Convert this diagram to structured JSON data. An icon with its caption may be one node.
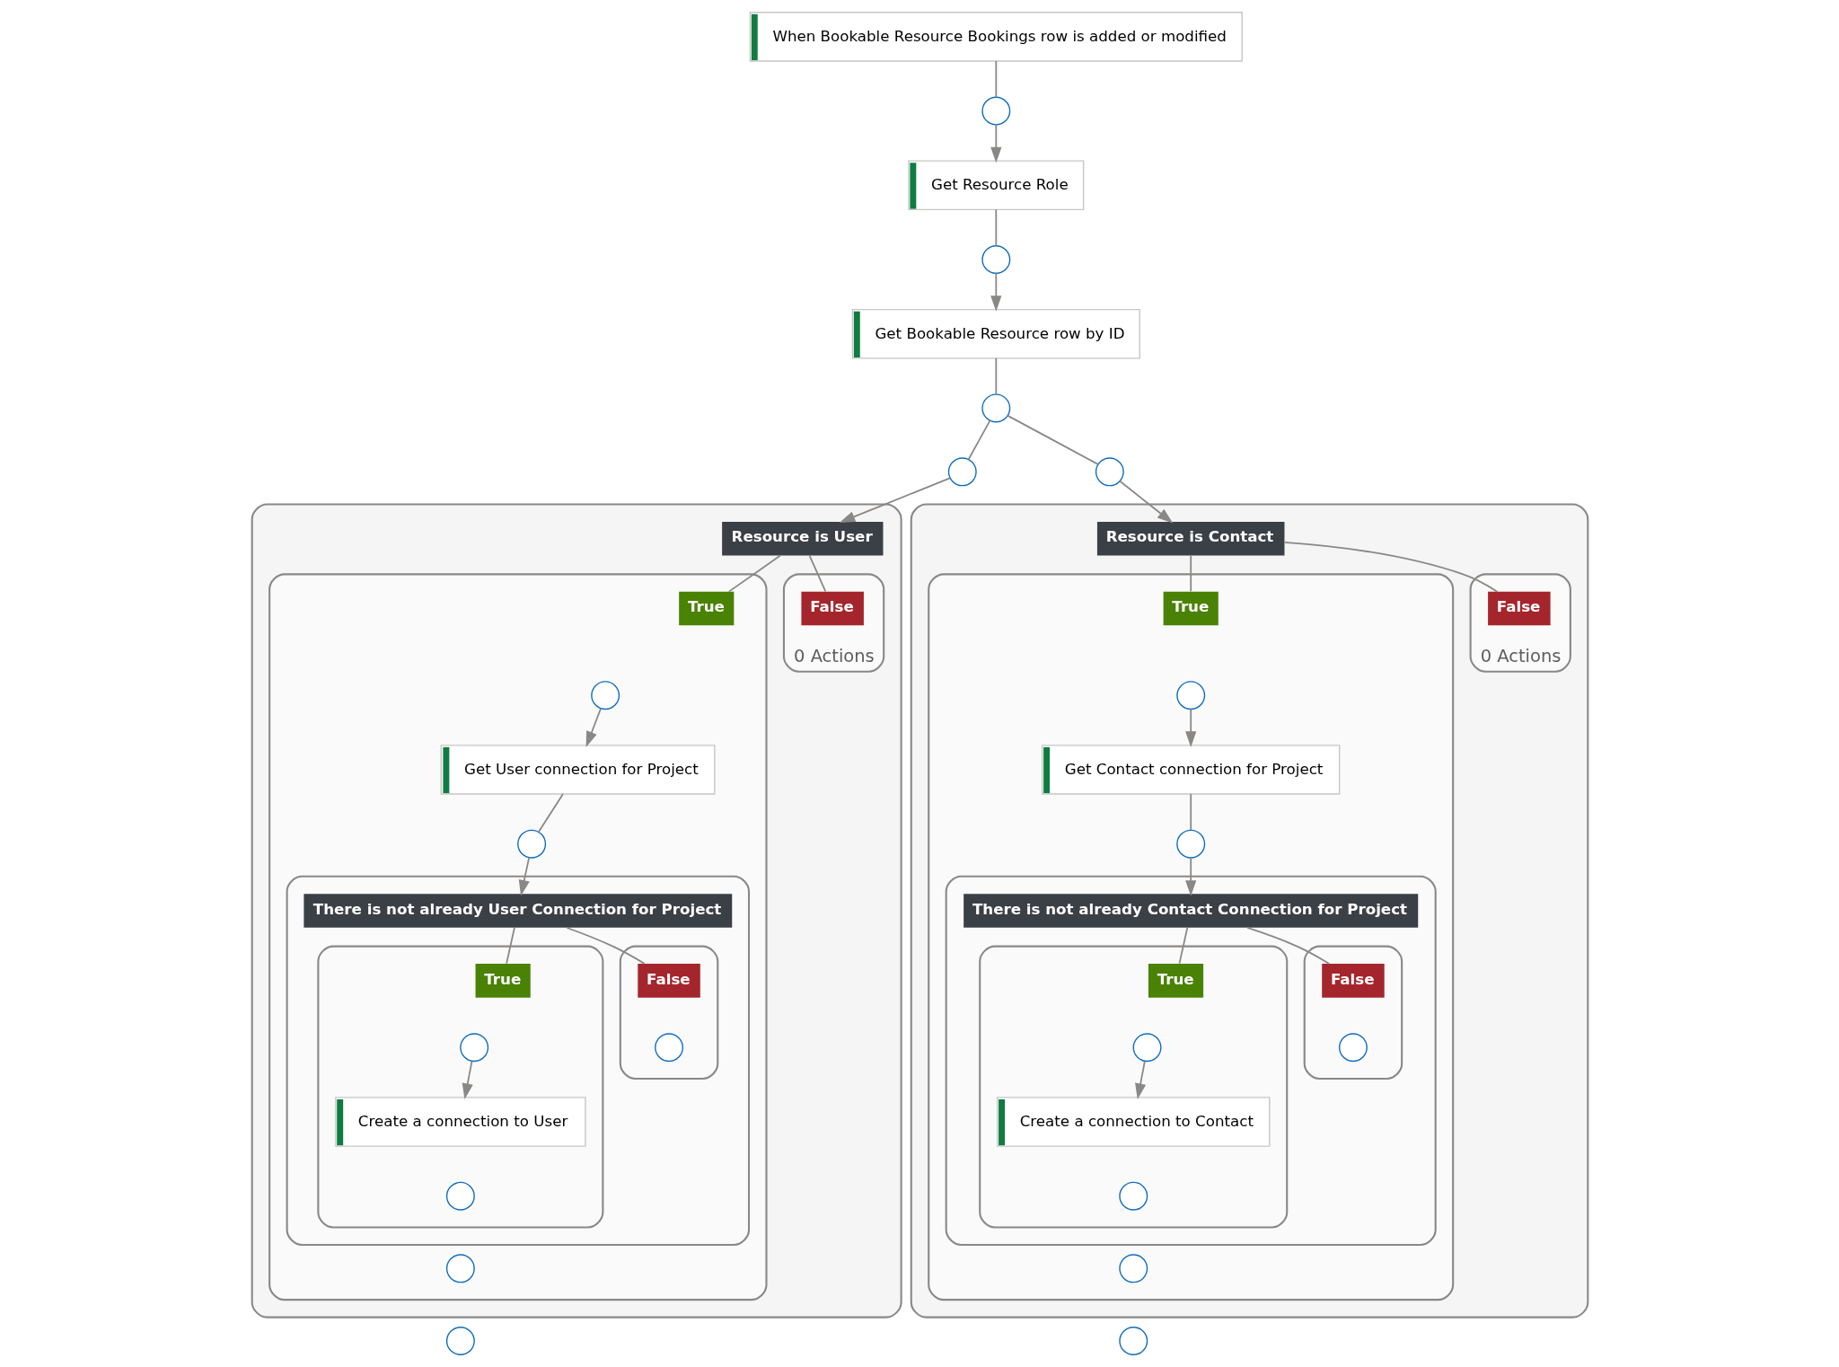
{
  "diagram": {
    "nodes": [
      {
        "text": [
          "When Bookable Resource Bookings row is added or modified"
        ]
      },
      {
        "text": [],
        "shape": "circle"
      },
      {
        "text": [
          "Get Resource Role"
        ]
      },
      {
        "text": [],
        "shape": "circle"
      },
      {
        "text": [
          "Get Bookable Resource row by ID"
        ]
      },
      {
        "text": [],
        "shape": "circle"
      },
      {
        "text": [],
        "shape": "circle"
      },
      {
        "text": [],
        "shape": "circle"
      },
      {
        "text": [],
        "shape": "box"
      },
      {
        "text": [
          "Resource is User"
        ],
        "in": 8
      },
      {
        "text": [],
        "shape": "box",
        "in": 8
      },
      {
        "text": [
          "True"
        ],
        "in": 10
      },
      {
        "text": [],
        "shape": "circle",
        "in": 10
      },
      {
        "text": [
          "Get User connection for Project"
        ],
        "in": 10
      },
      {
        "text": [],
        "shape": "circle",
        "in": 10
      },
      {
        "text": [],
        "shape": "box",
        "in": 10
      },
      {
        "text": [
          "There is not already User Connection for Project"
        ],
        "in": 15
      },
      {
        "text": [],
        "shape": "box",
        "in": 15
      },
      {
        "text": [
          "True"
        ],
        "in": 17
      },
      {
        "text": [],
        "shape": "circle",
        "in": 17
      },
      {
        "text": [
          "Create a connection to User"
        ],
        "in": 17
      },
      {
        "text": [],
        "shape": "circle",
        "in": 17
      },
      {
        "text": [],
        "shape": "box",
        "in": 15
      },
      {
        "text": [
          "False"
        ],
        "in": 22
      },
      {
        "text": [],
        "shape": "circle",
        "in": 22
      },
      {
        "text": [],
        "shape": "circle",
        "in": 10
      },
      {
        "text": [
          "0 Actions"
        ],
        "in": 8
      },
      {
        "text": [
          "False"
        ],
        "in": 26
      },
      {
        "text": [],
        "shape": "circle"
      },
      {
        "text": [],
        "shape": "box"
      },
      {
        "text": [
          "Resource is Contact"
        ],
        "in": 29
      },
      {
        "text": [],
        "shape": "box",
        "in": 29
      },
      {
        "text": [
          "True"
        ],
        "in": 31
      },
      {
        "text": [],
        "shape": "circle",
        "in": 31
      },
      {
        "text": [
          "Get Contact connection for Project"
        ],
        "in": 31
      },
      {
        "text": [],
        "shape": "circle",
        "in": 31
      },
      {
        "text": [],
        "shape": "box",
        "in": 31
      },
      {
        "text": [
          "There is not already Contact Connection for Project"
        ],
        "in": 36
      },
      {
        "text": [],
        "shape": "box",
        "in": 36
      },
      {
        "text": [
          "True"
        ],
        "in": 38
      },
      {
        "text": [],
        "shape": "circle",
        "in": 38
      },
      {
        "text": [
          "Create a connection to Contact"
        ],
        "in": 38
      },
      {
        "text": [],
        "shape": "circle",
        "in": 38
      },
      {
        "text": [],
        "shape": "box",
        "in": 36
      },
      {
        "text": [
          "False"
        ],
        "in": 43
      },
      {
        "text": [],
        "shape": "circle",
        "in": 43
      },
      {
        "text": [],
        "shape": "circle",
        "in": 31
      },
      {
        "text": [
          "0 Actions"
        ],
        "in": 29
      },
      {
        "text": [
          "False"
        ],
        "in": 47
      },
      {
        "text": [],
        "shape": "circle"
      }
    ],
    "edges": [
      {
        "from": 0,
        "to": 1,
        "arrow": "none"
      },
      {
        "from": 1,
        "to": 2,
        "arrow": "to"
      },
      {
        "from": 2,
        "to": 3,
        "arrow": "none"
      },
      {
        "from": 3,
        "to": 4,
        "arrow": "to"
      },
      {
        "from": 4,
        "to": 5,
        "arrow": "none"
      },
      {
        "from": 5,
        "to": 6,
        "arrow": "none"
      },
      {
        "from": 5,
        "to": 7,
        "arrow": "none"
      },
      {
        "from": 6,
        "to": 9,
        "arrow": "to"
      },
      {
        "from": 7,
        "to": 30,
        "arrow": "to"
      },
      {
        "from": 9,
        "to": 11,
        "arrow": "none"
      },
      {
        "from": 9,
        "to": 27,
        "arrow": "none"
      },
      {
        "from": 12,
        "to": 13,
        "arrow": "to"
      },
      {
        "from": 13,
        "to": 14,
        "arrow": "none"
      },
      {
        "from": 14,
        "to": 16,
        "arrow": "to"
      },
      {
        "from": 16,
        "to": 18,
        "arrow": "none"
      },
      {
        "from": 16,
        "to": 23,
        "arrow": "none"
      },
      {
        "from": 19,
        "to": 20,
        "arrow": "to"
      },
      {
        "from": 30,
        "to": 32,
        "arrow": "none"
      },
      {
        "from": 30,
        "to": 48,
        "arrow": "none"
      },
      {
        "from": 33,
        "to": 34,
        "arrow": "to"
      },
      {
        "from": 34,
        "to": 35,
        "arrow": "none"
      },
      {
        "from": 35,
        "to": 37,
        "arrow": "to"
      },
      {
        "from": 37,
        "to": 39,
        "arrow": "none"
      },
      {
        "from": 37,
        "to": 44,
        "arrow": "none"
      },
      {
        "from": 40,
        "to": 41,
        "arrow": "to"
      }
    ]
  }
}
